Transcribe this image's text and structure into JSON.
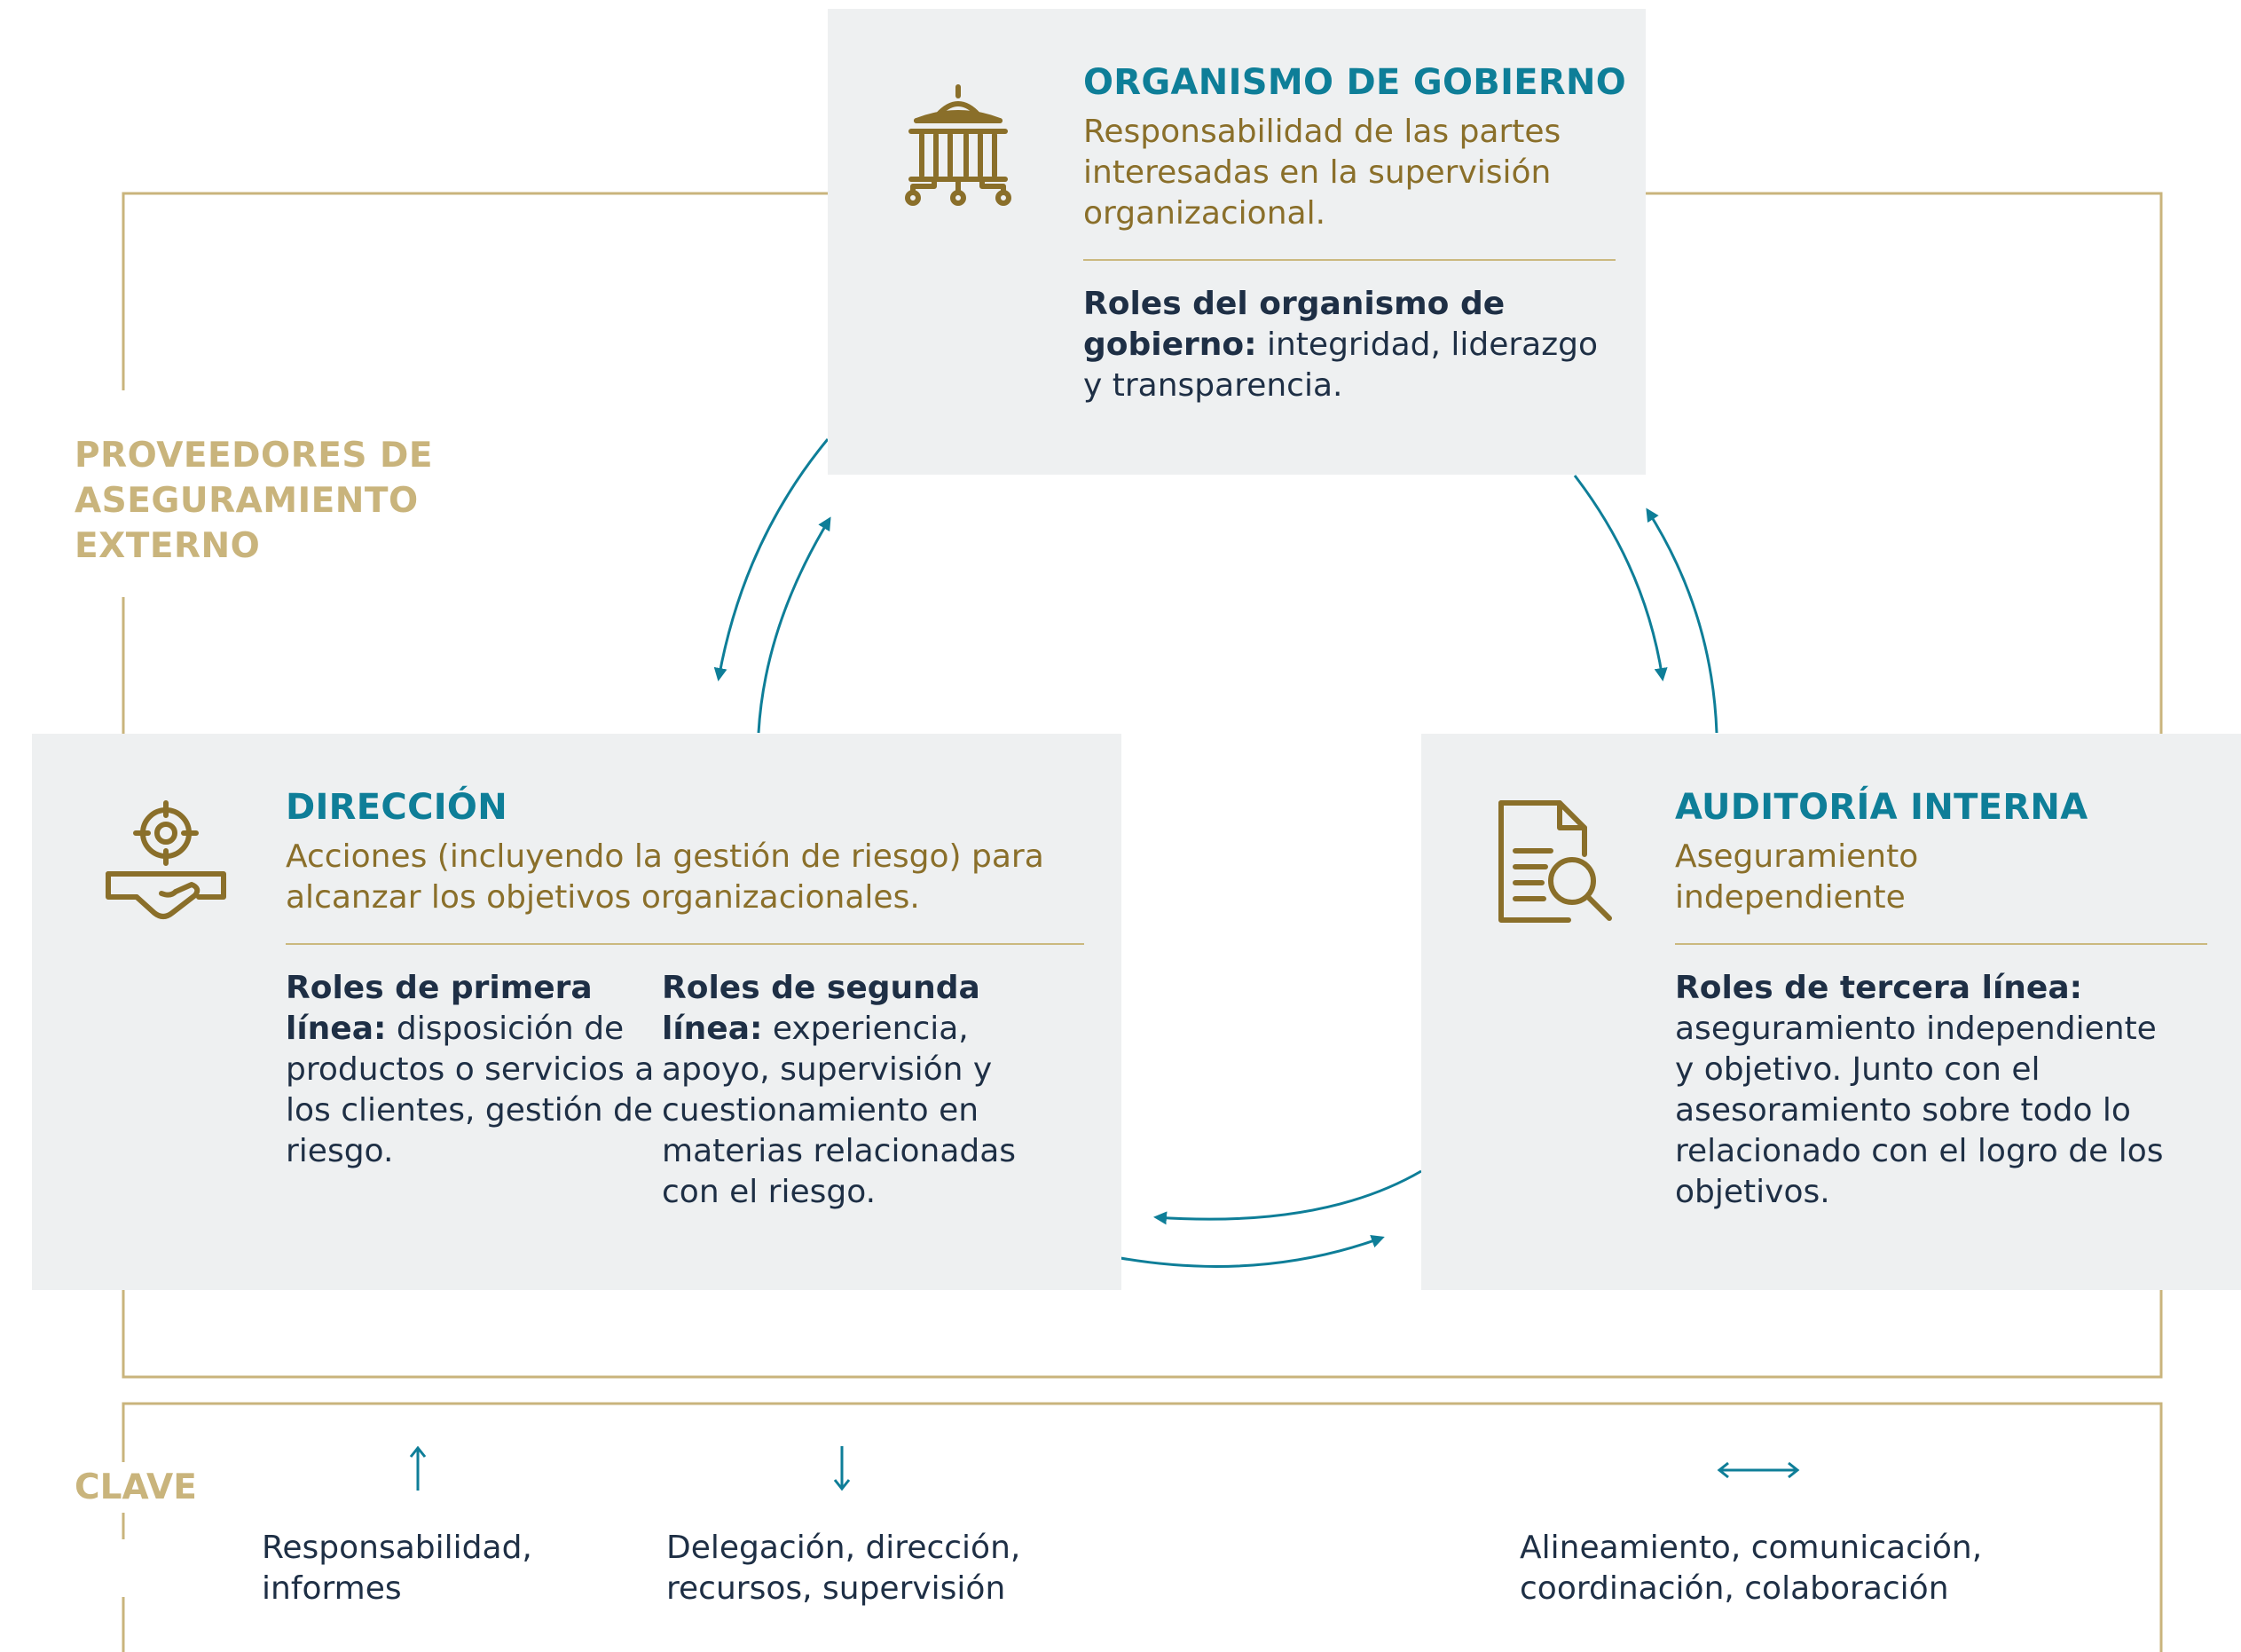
{
  "external_assurance": {
    "lines": [
      "PROVEEDORES DE",
      "ASEGURAMIENTO",
      "EXTERNO"
    ]
  },
  "governing_body": {
    "title": "ORGANISMO DE GOBIERNO",
    "description": "Responsabilidad de las partes interesadas en la supervisión organizacional.",
    "roles_label": "Roles del organismo de gobierno:",
    "roles_text": " integridad, liderazgo y transparencia.",
    "icon": "government-building-icon"
  },
  "management": {
    "title": "DIRECCIÓN",
    "description": "Acciones (incluyendo la gestión de riesgo) para alcanzar los objetivos organizacionales.",
    "first_line_label": "Roles de primera línea:",
    "first_line_text": " disposición de productos o servicios a los clientes, gestión de riesgo.",
    "second_line_label": "Roles de segunda línea:",
    "second_line_text": " experiencia, apoyo, supervisión y cuestionamiento en materias relacionadas con el riesgo.",
    "icon": "target-hand-icon"
  },
  "internal_audit": {
    "title": "AUDITORÍA INTERNA",
    "description": "Aseguramiento independiente",
    "roles_label": "Roles de tercera línea:",
    "roles_text": " aseguramiento independiente y objetivo. Junto con el asesoramiento sobre todo lo relacionado con el logro de los objetivos.",
    "icon": "document-search-icon"
  },
  "key": {
    "label": "CLAVE",
    "items": [
      {
        "text": "Responsabilidad, informes",
        "icon": "arrow-up-icon"
      },
      {
        "text": "Delegación, dirección, recursos, supervisión",
        "icon": "arrow-down-icon"
      },
      {
        "text": "Alineamiento, comunicación, coordinación, colaboración",
        "icon": "arrow-left-right-icon"
      }
    ]
  },
  "colors": {
    "accent_teal": "#0e7e98",
    "gold": "#8a6f2a",
    "light_gold": "#c9b47c",
    "navy": "#1e2f45",
    "box_bg": "#eef0f1"
  }
}
